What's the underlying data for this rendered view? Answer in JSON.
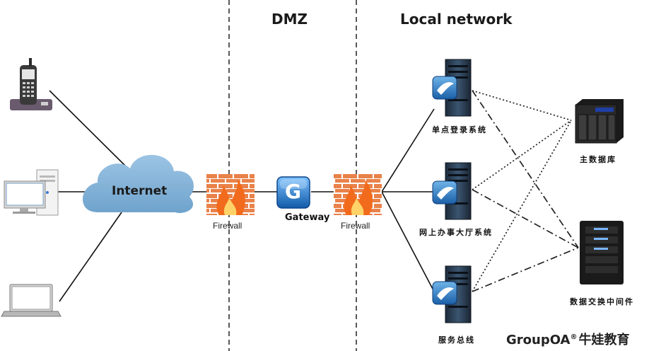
{
  "zones": {
    "dmz": "DMZ",
    "local": "Local network"
  },
  "internet_label": "Internet",
  "firewall_left_label": "Firewall",
  "firewall_right_label": "Firewall",
  "gateway_label": "Gateway",
  "gateway_letter": "G",
  "servers": {
    "sso": "单点登录系统",
    "hall": "网上办事大厅系统",
    "bus": "服务总线"
  },
  "main_db": "主数据库",
  "middleware": "数据交换中间件",
  "brand": {
    "name": "GroupOA",
    "reg": "®",
    "cn": "牛娃教育"
  },
  "icons": [
    "phone-icon",
    "desktop-icon",
    "laptop-icon",
    "cloud-icon",
    "firewall-icon",
    "gateway-icon",
    "server-icon",
    "nas-icon",
    "tower-server-icon"
  ]
}
